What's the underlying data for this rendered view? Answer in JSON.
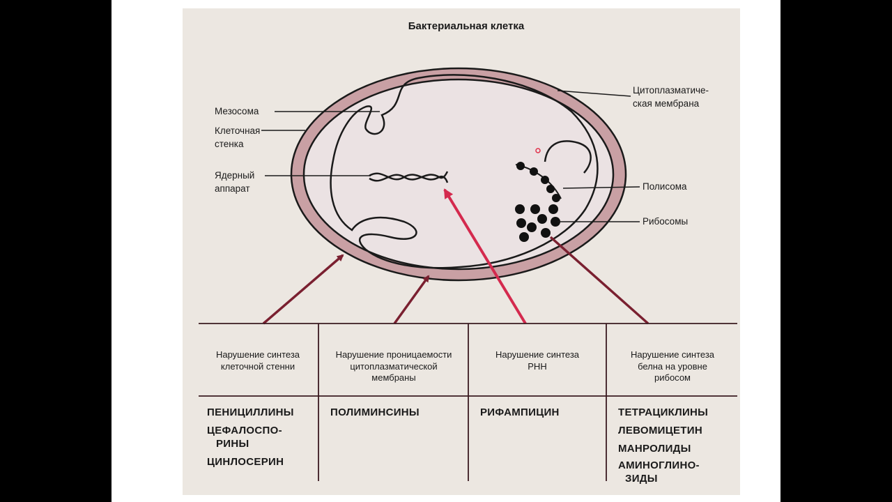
{
  "title": "Бактериальная клетка",
  "labels": {
    "mesosome": "Мезосома",
    "cell_wall_1": "Клеточная",
    "cell_wall_2": "стенка",
    "nuclear_1": "Ядерный",
    "nuclear_2": "аппарат",
    "cytomembrane_1": "Цитоплазматиче-",
    "cytomembrane_2": "ская мембрана",
    "polysome": "Полисома",
    "ribosomes": "Рибосомы"
  },
  "columns": [
    {
      "header": [
        "Нарушение синтеза",
        "клеточной стенни"
      ],
      "drugs": [
        "ПЕНИЦИЛЛИНЫ",
        "ЦЕФАЛОСПО-",
        "РИНЫ",
        "ЦИНЛОСЕРИН"
      ]
    },
    {
      "header": [
        "Нарушение проницаемости",
        "цитоплазматической",
        "мембраны"
      ],
      "drugs": [
        "ПОЛИМИНСИНЫ"
      ]
    },
    {
      "header": [
        "Нарушение синтеза",
        "РНН"
      ],
      "drugs": [
        "РИФАМПИЦИН"
      ]
    },
    {
      "header": [
        "Нарушение синтеза",
        "белна на уровне",
        "рибосом"
      ],
      "drugs": [
        "ТЕТРАЦИКЛИНЫ",
        "ЛЕВОМИЦЕТИН",
        "МАНРОЛИДЫ",
        "АМИНОГЛИНО-",
        "ЗИДЫ"
      ]
    }
  ],
  "colors": {
    "wall": "#c9a0a4",
    "cytoplasm": "#ebe2e3",
    "arrow_dark": "#7a2030",
    "arrow_red": "#d42a4e",
    "line": "#1a1a1a"
  }
}
